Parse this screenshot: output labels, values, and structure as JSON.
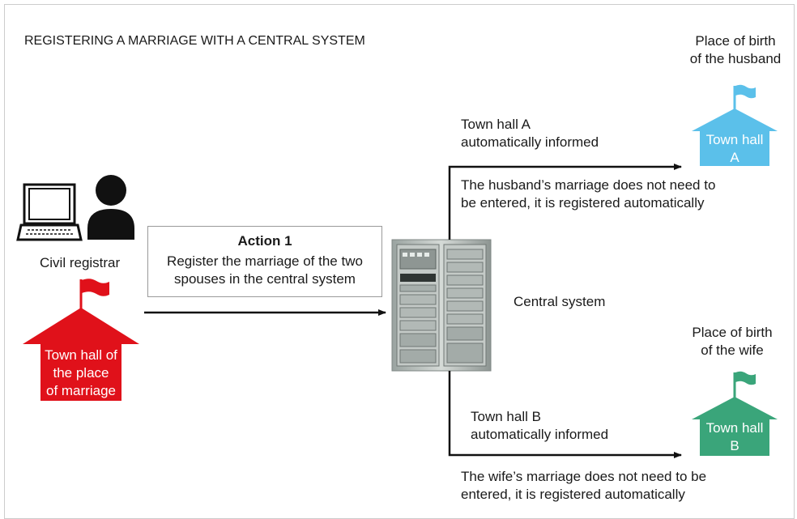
{
  "title": "REGISTERING A MARRIAGE WITH A CENTRAL SYSTEM",
  "registrar": {
    "label": "Civil registrar",
    "town_hall_lines": [
      "Town hall of",
      "the place",
      "of marriage"
    ]
  },
  "action": {
    "title": "Action 1",
    "description_lines": [
      "Register the marriage of the two",
      "spouses in the central system"
    ]
  },
  "central_system": {
    "label": "Central system"
  },
  "husband": {
    "place_lines": [
      "Place of birth",
      "of the husband"
    ],
    "house_lines": [
      "Town hall",
      "A"
    ],
    "informed_lines": [
      "Town hall A",
      "automatically informed"
    ],
    "note_lines": [
      "The husband’s marriage does not need to",
      "be entered, it is registered automatically"
    ]
  },
  "wife": {
    "place_lines": [
      "Place of birth",
      "of the wife"
    ],
    "house_lines": [
      "Town hall",
      "B"
    ],
    "informed_lines": [
      "Town hall B",
      "automatically informed"
    ],
    "note_lines": [
      "The wife’s marriage does not need to be",
      "entered, it is registered automatically"
    ]
  },
  "colors": {
    "red": "#e0111a",
    "blue": "#5bc0ea",
    "green": "#3aa57a",
    "black": "#111111"
  },
  "icons": [
    "computer-icon",
    "person-icon",
    "flag-icon",
    "house-icon",
    "server-rack-icon",
    "arrow-icon"
  ]
}
